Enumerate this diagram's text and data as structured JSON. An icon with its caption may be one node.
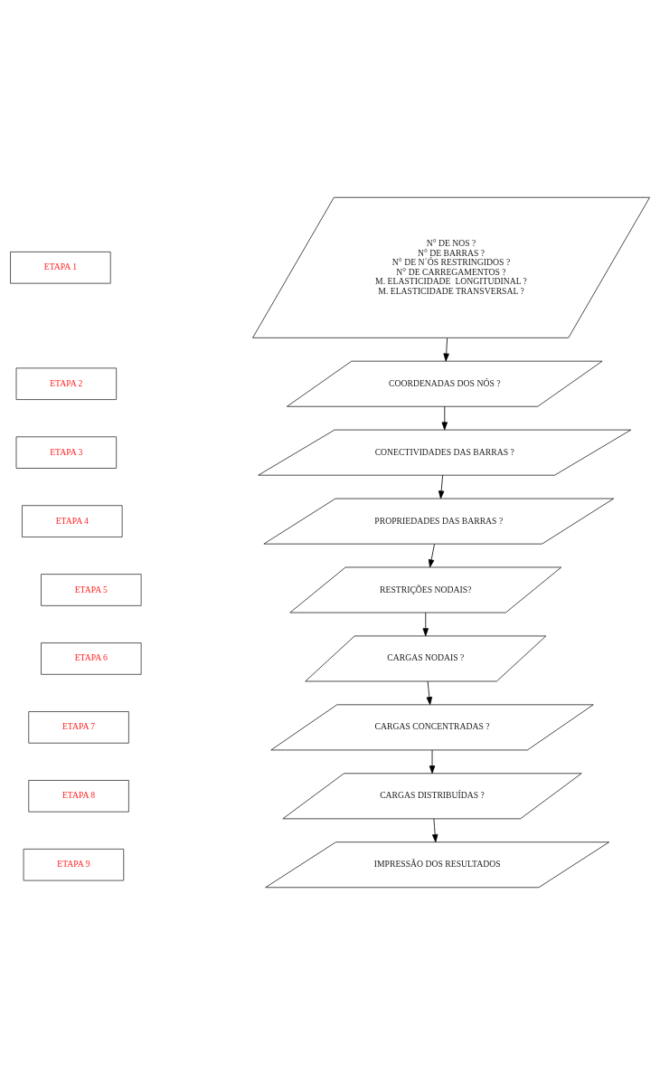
{
  "diagram": {
    "nodes": [
      {
        "text": [
          "ETAPA 1"
        ]
      },
      {
        "text": [
          "N° DE NOS ?",
          "N° DE BARRAS ?",
          "N° DE N´ÓS RESTRINGIDOS ?",
          "N° DE CARREGAMENTOS ?",
          "M. ELASTICIDADE  LONGITUDINAL ?",
          "M. ELASTICIDADE TRANSVERSAL ?"
        ]
      },
      {
        "text": [
          "ETAPA 2"
        ]
      },
      {
        "text": [
          "COORDENADAS DOS NÓS ?"
        ]
      },
      {
        "text": [
          "ETAPA 3"
        ]
      },
      {
        "text": [
          "CONECTIVIDADES DAS BARRAS ?"
        ]
      },
      {
        "text": [
          "ETAPA 4"
        ]
      },
      {
        "text": [
          "PROPRIEDADES DAS BARRAS ?"
        ]
      },
      {
        "text": [
          "ETAPA 5"
        ]
      },
      {
        "text": [
          "RESTRIÇÕES NODAIS?"
        ]
      },
      {
        "text": [
          "ETAPA 6"
        ]
      },
      {
        "text": [
          "CARGAS NODAIS ?"
        ]
      },
      {
        "text": [
          "ETAPA 7"
        ]
      },
      {
        "text": [
          "CARGAS CONCENTRADAS ?"
        ]
      },
      {
        "text": [
          "ETAPA 8"
        ]
      },
      {
        "text": [
          "CARGAS DISTRIBUÍDAS ?"
        ]
      },
      {
        "text": [
          "ETAPA 9"
        ]
      },
      {
        "text": [
          "IMPRESSÃO DOS RESULTADOS"
        ]
      }
    ],
    "edges": [
      {
        "from": 1,
        "to": 3,
        "arrow": "to"
      },
      {
        "from": 3,
        "to": 5,
        "arrow": "to"
      },
      {
        "from": 5,
        "to": 7,
        "arrow": "to"
      },
      {
        "from": 7,
        "to": 9,
        "arrow": "to"
      },
      {
        "from": 9,
        "to": 11,
        "arrow": "to"
      },
      {
        "from": 11,
        "to": 13,
        "arrow": "to"
      },
      {
        "from": 13,
        "to": 15,
        "arrow": "to"
      },
      {
        "from": 15,
        "to": 17,
        "arrow": "to"
      }
    ]
  }
}
